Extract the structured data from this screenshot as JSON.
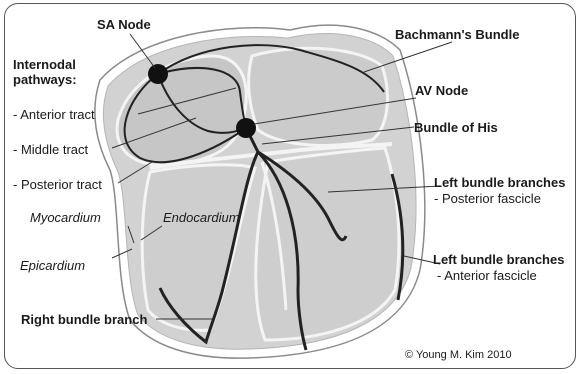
{
  "labels": {
    "sa_node": "SA Node",
    "bachmanns_bundle": "Bachmann's Bundle",
    "internodal_title_1": "Internodal",
    "internodal_title_2": "pathways:",
    "anterior_tract": "- Anterior tract",
    "middle_tract": "- Middle tract",
    "posterior_tract": "- Posterior tract",
    "av_node": "AV Node",
    "bundle_of_his": "Bundle of His",
    "left_bundle_posterior_title": "Left bundle branches",
    "posterior_fascicle": "- Posterior fascicle",
    "myocardium": "Myocardium",
    "endocardium": "Endocardium",
    "epicardium": "Epicardium",
    "left_bundle_anterior_title": "Left bundle branches",
    "anterior_fascicle": "- Anterior fascicle",
    "right_bundle_branch": "Right bundle branch",
    "copyright": "© Young M. Kim 2010"
  },
  "colors": {
    "heart_fill": "#d2d2d2",
    "heart_outline": "#8a8a8a",
    "conduction": "#222222",
    "node": "#111111",
    "leader": "#333333",
    "frame": "#555555"
  }
}
